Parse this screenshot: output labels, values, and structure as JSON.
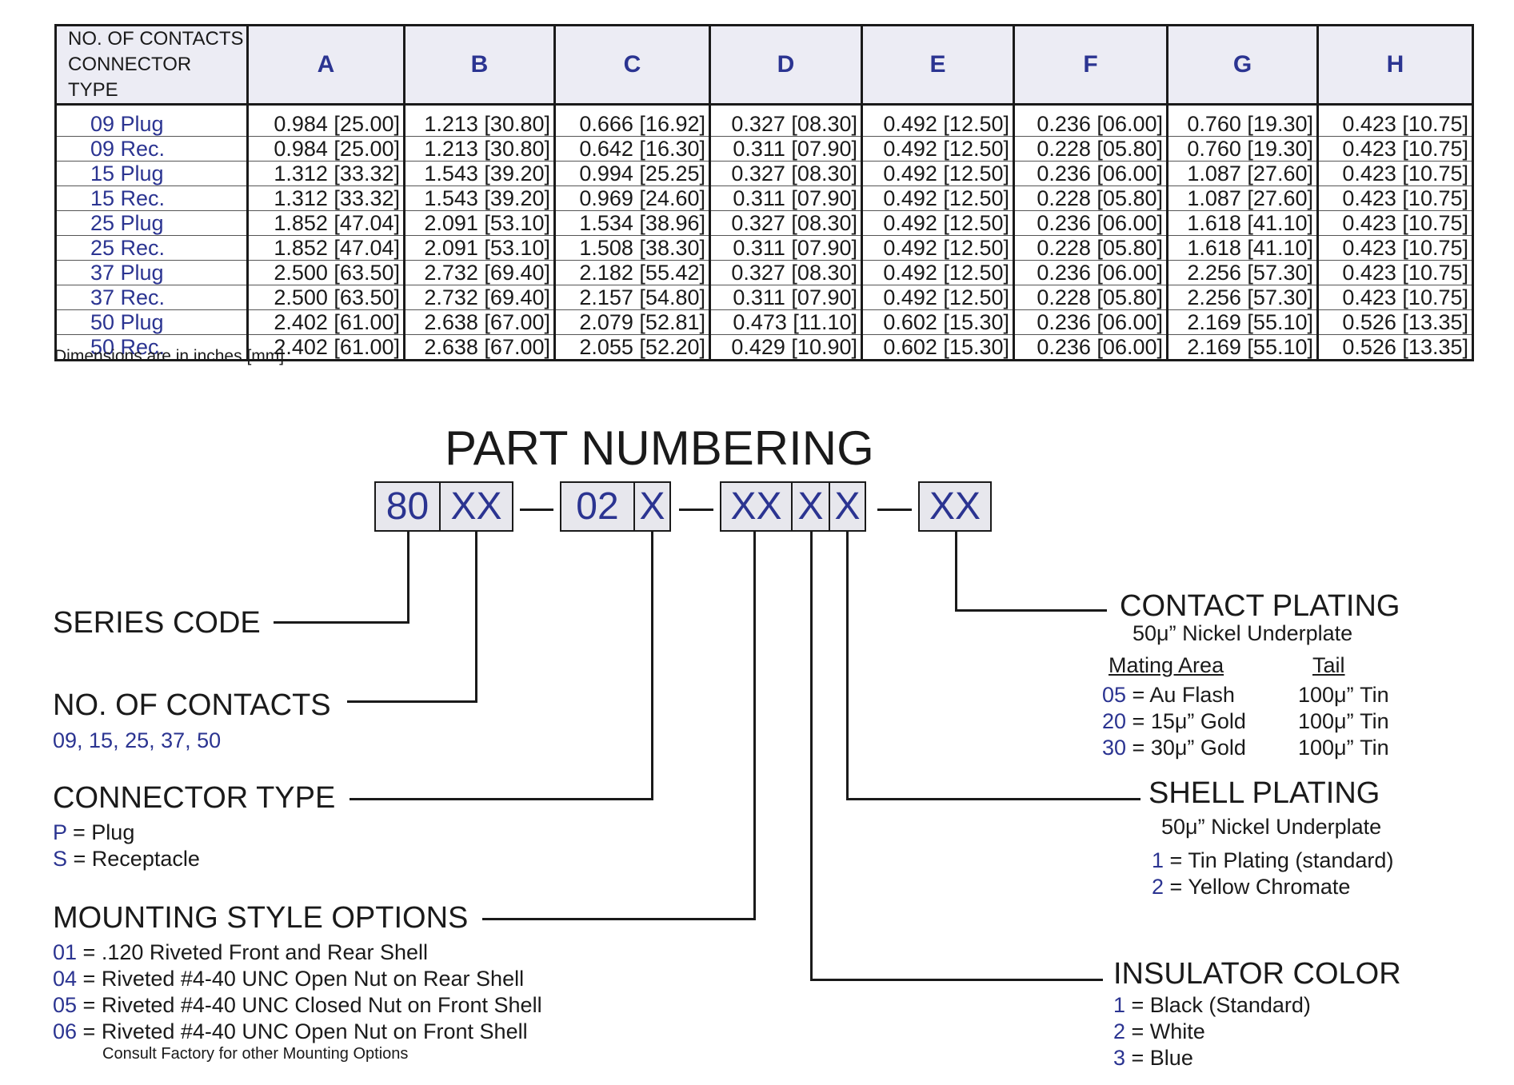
{
  "table": {
    "header_type_line1": "NO. OF CONTACTS",
    "header_type_line2": "CONNECTOR TYPE",
    "columns": [
      "A",
      "B",
      "C",
      "D",
      "E",
      "F",
      "G",
      "H"
    ],
    "rows": [
      {
        "type": "09 Plug",
        "values": [
          "0.984 [25.00]",
          "1.213 [30.80]",
          "0.666 [16.92]",
          "0.327  [08.30]",
          "0.492 [12.50]",
          "0.236 [06.00]",
          "0.760 [19.30]",
          "0.423 [10.75]"
        ]
      },
      {
        "type": "09 Rec.",
        "values": [
          "0.984 [25.00]",
          "1.213 [30.80]",
          "0.642 [16.30]",
          "0.311  [07.90]",
          "0.492 [12.50]",
          "0.228 [05.80]",
          "0.760 [19.30]",
          "0.423 [10.75]"
        ]
      },
      {
        "type": "15 Plug",
        "values": [
          "1.312 [33.32]",
          "1.543 [39.20]",
          "0.994 [25.25]",
          "0.327  [08.30]",
          "0.492 [12.50]",
          "0.236 [06.00]",
          "1.087 [27.60]",
          "0.423 [10.75]"
        ]
      },
      {
        "type": "15 Rec.",
        "values": [
          "1.312 [33.32]",
          "1.543 [39.20]",
          "0.969 [24.60]",
          "0.311  [07.90]",
          "0.492 [12.50]",
          "0.228 [05.80]",
          "1.087 [27.60]",
          "0.423 [10.75]"
        ]
      },
      {
        "type": "25 Plug",
        "values": [
          "1.852 [47.04]",
          "2.091 [53.10]",
          "1.534 [38.96]",
          "0.327  [08.30]",
          "0.492 [12.50]",
          "0.236 [06.00]",
          "1.618 [41.10]",
          "0.423 [10.75]"
        ]
      },
      {
        "type": "25 Rec.",
        "values": [
          "1.852 [47.04]",
          "2.091 [53.10]",
          "1.508 [38.30]",
          "0.311  [07.90]",
          "0.492 [12.50]",
          "0.228 [05.80]",
          "1.618 [41.10]",
          "0.423 [10.75]"
        ]
      },
      {
        "type": "37 Plug",
        "values": [
          "2.500 [63.50]",
          "2.732 [69.40]",
          "2.182 [55.42]",
          "0.327  [08.30]",
          "0.492 [12.50]",
          "0.236 [06.00]",
          "2.256 [57.30]",
          "0.423 [10.75]"
        ]
      },
      {
        "type": "37 Rec.",
        "values": [
          "2.500 [63.50]",
          "2.732 [69.40]",
          "2.157 [54.80]",
          "0.311  [07.90]",
          "0.492 [12.50]",
          "0.228 [05.80]",
          "2.256 [57.30]",
          "0.423 [10.75]"
        ]
      },
      {
        "type": "50 Plug",
        "values": [
          "2.402 [61.00]",
          "2.638 [67.00]",
          "2.079 [52.81]",
          "0.473  [11.10]",
          "0.602 [15.30]",
          "0.236 [06.00]",
          "2.169 [55.10]",
          "0.526 [13.35]"
        ]
      },
      {
        "type": "50 Rec.",
        "values": [
          "2.402 [61.00]",
          "2.638 [67.00]",
          "2.055 [52.20]",
          "0.429  [10.90]",
          "0.602 [15.30]",
          "0.236 [06.00]",
          "2.169 [55.10]",
          "0.526 [13.35]"
        ]
      }
    ],
    "note": "Dimensions are in inches  [mm]"
  },
  "part_numbering": {
    "title": "PART NUMBERING",
    "boxes": [
      "80",
      "XX",
      "02",
      "X",
      "XX",
      "X",
      "X",
      "XX"
    ],
    "series_code": {
      "label": "SERIES CODE"
    },
    "contacts": {
      "label": "NO. OF CONTACTS",
      "values": "09, 15, 25, 37, 50"
    },
    "connector_type": {
      "label": "CONNECTOR TYPE",
      "options": [
        {
          "code": "P",
          "text": " = Plug"
        },
        {
          "code": "S",
          "text": " = Receptacle"
        }
      ]
    },
    "mounting": {
      "label": "MOUNTING STYLE OPTIONS",
      "options": [
        {
          "code": "01",
          "text": " = .120 Riveted Front and Rear Shell"
        },
        {
          "code": "04",
          "text": " =  Riveted #4-40 UNC Open Nut on Rear Shell"
        },
        {
          "code": "05",
          "text": " =  Riveted #4-40 UNC Closed Nut on Front Shell"
        },
        {
          "code": "06",
          "text": " = Riveted #4-40 UNC Open Nut on Front Shell"
        }
      ],
      "footnote": "Consult Factory for other Mounting Options"
    },
    "contact_plating": {
      "label": "CONTACT PLATING",
      "sub": "50μ” Nickel Underplate",
      "col1": "Mating Area",
      "col2": "Tail",
      "options": [
        {
          "code": "05",
          "mating": " = Au Flash",
          "tail": "100μ” Tin"
        },
        {
          "code": "20",
          "mating": " = 15μ” Gold",
          "tail": "100μ” Tin"
        },
        {
          "code": "30",
          "mating": " = 30μ” Gold",
          "tail": "100μ” Tin"
        }
      ]
    },
    "shell_plating": {
      "label": "SHELL PLATING",
      "sub": "50μ” Nickel Underplate",
      "options": [
        {
          "code": "1",
          "text": " = Tin Plating (standard)"
        },
        {
          "code": "2",
          "text": " = Yellow Chromate"
        }
      ]
    },
    "insulator": {
      "label": "INSULATOR COLOR",
      "options": [
        {
          "code": "1",
          "text": " = Black (Standard)"
        },
        {
          "code": "2",
          "text": " = White"
        },
        {
          "code": "3",
          "text": " = Blue"
        }
      ]
    }
  }
}
